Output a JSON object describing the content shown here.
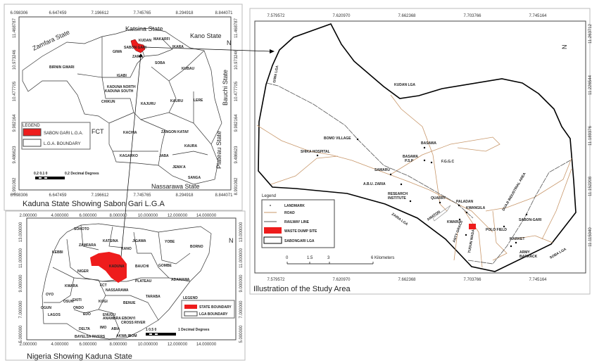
{
  "kaduna_map": {
    "caption": "Kaduna State Showing Sabon Gari L.G.A",
    "x_ticks": [
      "6.098306",
      "6.647459",
      "7.196612",
      "7.745765",
      "8.294918",
      "8.844071"
    ],
    "y_ticks": [
      "11.468787",
      "10.973246",
      "10.477705",
      "9.982164",
      "9.486623",
      "8.991082"
    ],
    "states": [
      "Katsina State",
      "Kano State",
      "Zamfara State",
      "Bauchi State",
      "Plateau State",
      "Nassarawa State",
      "FCT"
    ],
    "lgas": [
      "GIWA",
      "BIRNIN GWARI",
      "SOBA",
      "KUBAU",
      "IGABI",
      "KADUNA NORTH",
      "KADUNA SOUTH",
      "CHIKUN",
      "KAJURU",
      "KAURU",
      "LERE",
      "KACHIA",
      "ZANGON KATAF",
      "KAURA",
      "KAGARKO",
      "JABA",
      "JEMA'A",
      "SANGA",
      "MAKARFI",
      "IKARA",
      "KUDAN",
      "SABON GARI",
      "ZARIA"
    ],
    "legend": {
      "title": "LEGEND",
      "items": [
        "SABON GARI L.G.A.",
        "L.G.A. BOUNDARY"
      ]
    },
    "scale": {
      "ticks": "0.2 0.1  0",
      "unit": "0.2 Decimal Degrees"
    },
    "north": "N",
    "highlight_color": "#ee1c1c"
  },
  "nigeria_map": {
    "caption": "Nigeria Showing Kaduna State",
    "x_ticks": [
      "2.000000",
      "4.000000",
      "6.000000",
      "8.000000",
      "10.000000",
      "12.000000",
      "14.000000"
    ],
    "y_ticks": [
      "13.000000",
      "11.000000",
      "9.000000",
      "7.000000",
      "5.000000"
    ],
    "states": [
      "SOKOTO",
      "ZAMFARA",
      "KATSINA",
      "JIGAWA",
      "YOBE",
      "BORNO",
      "KEBBI",
      "KANO",
      "KADUNA",
      "BAUCHI",
      "GOMBE",
      "NIGER",
      "PLATEAU",
      "ADAMAWA",
      "KWARA",
      "FCT",
      "NASSARAWA",
      "OYO",
      "TARABA",
      "EKITI",
      "OSUN",
      "KOGI",
      "BENUE",
      "OGUN",
      "ONDO",
      "EDO",
      "ENUGU",
      "ANAMBRA EBONYI",
      "LAGOS",
      "CROSS RIVER",
      "DELTA",
      "IMO",
      "ABIA",
      "BAYELSA RIVERS",
      "AKWA IBOM"
    ],
    "legend": {
      "title": "LEGEND",
      "items": [
        "STATE BOUNDARY",
        "LGA BOUNDARY"
      ]
    },
    "scale": {
      "ticks": "1  0.5  0",
      "unit": "1 Decimal Degrees"
    },
    "north": "N",
    "highlight_color": "#ee1c1c"
  },
  "study_area_map": {
    "caption": "Illustration of the Study Area",
    "x_ticks": [
      "7.579572",
      "7.620970",
      "7.662368",
      "7.703766",
      "7.745164"
    ],
    "y_ticks": [
      "11.263712",
      "11.226544",
      "11.189376",
      "11.152208",
      "11.115040"
    ],
    "places": [
      "BOMO VILLAGE",
      "BASAWA",
      "SHIKA HOSPITAL",
      "BASAWA",
      "P.S.P",
      "F.G.G.C",
      "SAMARU",
      "A.B.U. ZARIA",
      "RESEARCH",
      "INSTITUTE",
      "QUARRY",
      "PALADAN",
      "KWANGILA",
      "SABON-GARI",
      "POLO FIELD",
      "MARKET",
      "ARMY",
      "BARRACK",
      "KWARU"
    ],
    "rotated_labels": [
      "GIWA LGA",
      "KUDAN LGA",
      "ZARIA LGA",
      "SOBA LGA",
      "AMATON",
      "ANTY GRACE",
      "DUAJI INDUSTRIAL AREA",
      "TUDUN WADA"
    ],
    "legend": {
      "title": "Legend",
      "items": [
        "LANDMARK",
        "ROAD",
        "RAILWAY LINE",
        "WASTE DUMP SITE",
        "SABONGARI LGA"
      ]
    },
    "scale": {
      "ticks": [
        "0",
        "1.5",
        "3",
        "6 Kilometers"
      ]
    },
    "north": "N",
    "colors": {
      "road": "#c8976a",
      "railway": "#555555",
      "dump_site": "#ee1c1c",
      "boundary": "#000000"
    }
  }
}
